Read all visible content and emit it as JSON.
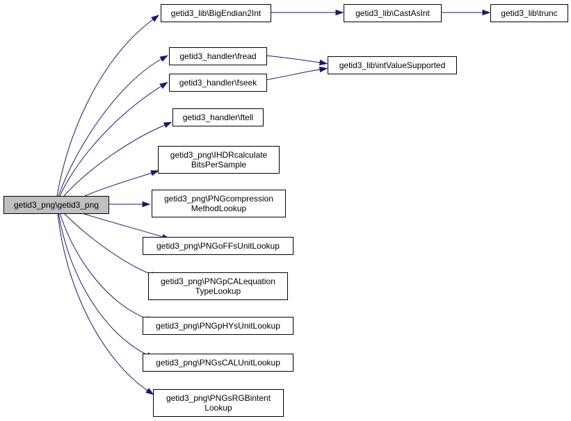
{
  "colors": {
    "root_fill": "#bfbfbf",
    "node_fill": "#ffffff",
    "border": "#000000",
    "edge": "#191970"
  },
  "nodes": {
    "root": {
      "lines": [
        "getid3_png\\getid3_png"
      ]
    },
    "bigendian": {
      "lines": [
        "getid3_lib\\BigEndian2Int"
      ]
    },
    "castasint": {
      "lines": [
        "getid3_lib\\CastAsInt"
      ]
    },
    "trunc": {
      "lines": [
        "getid3_lib\\trunc"
      ]
    },
    "fread": {
      "lines": [
        "getid3_handler\\fread"
      ]
    },
    "intvalue": {
      "lines": [
        "getid3_lib\\intValueSupported"
      ]
    },
    "fseek": {
      "lines": [
        "getid3_handler\\fseek"
      ]
    },
    "ftell": {
      "lines": [
        "getid3_handler\\ftell"
      ]
    },
    "ihdr": {
      "lines": [
        "getid3_png\\IHDRcalculate",
        "BitsPerSample"
      ]
    },
    "compression": {
      "lines": [
        "getid3_png\\PNGcompression",
        "MethodLookup"
      ]
    },
    "offs": {
      "lines": [
        "getid3_png\\PNGoFFsUnitLookup"
      ]
    },
    "pcal": {
      "lines": [
        "getid3_png\\PNGpCALequation",
        "TypeLookup"
      ]
    },
    "phys": {
      "lines": [
        "getid3_png\\PNGpHYsUnitLookup"
      ]
    },
    "scal": {
      "lines": [
        "getid3_png\\PNGsCALUnitLookup"
      ]
    },
    "srgb": {
      "lines": [
        "getid3_png\\PNGsRGBintent",
        "Lookup"
      ]
    }
  },
  "edges": [
    [
      "root",
      "bigendian"
    ],
    [
      "root",
      "fread"
    ],
    [
      "root",
      "fseek"
    ],
    [
      "root",
      "ftell"
    ],
    [
      "root",
      "ihdr"
    ],
    [
      "root",
      "compression"
    ],
    [
      "root",
      "offs"
    ],
    [
      "root",
      "pcal"
    ],
    [
      "root",
      "phys"
    ],
    [
      "root",
      "scal"
    ],
    [
      "root",
      "srgb"
    ],
    [
      "bigendian",
      "castasint"
    ],
    [
      "castasint",
      "trunc"
    ],
    [
      "fread",
      "intvalue"
    ],
    [
      "fseek",
      "intvalue"
    ]
  ]
}
